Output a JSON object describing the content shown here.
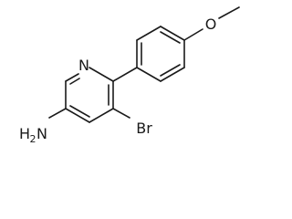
{
  "molecule": {
    "atoms": {
      "ring_nitrogen": "N",
      "bromine": "Br",
      "amine_h": "H",
      "amine_sub": "2",
      "amine_n": "N",
      "ether_oxygen": "O"
    },
    "colors": {
      "bond": "#1a1a1a",
      "background": "#ffffff"
    }
  }
}
